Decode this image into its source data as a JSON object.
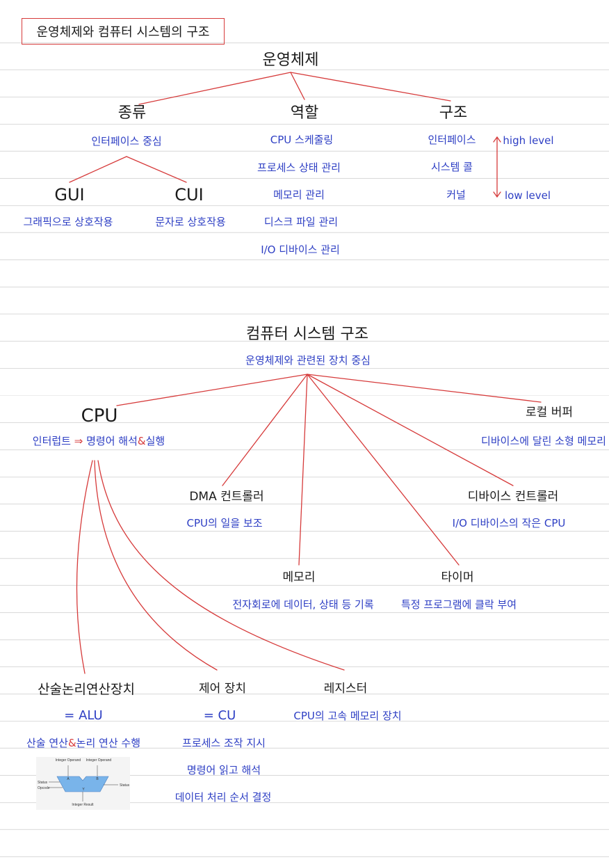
{
  "title": "운영체제와 컴퓨터 시스템의 구조",
  "os": {
    "heading": "운영체제",
    "types": {
      "heading": "종류",
      "sub": "인터페이스 중심",
      "gui": {
        "name": "GUI",
        "desc": "그래픽으로 상호작용"
      },
      "cui": {
        "name": "CUI",
        "desc": "문자로 상호작용"
      }
    },
    "role": {
      "heading": "역할",
      "items": [
        "CPU 스케줄링",
        "프로세스 상태 관리",
        "메모리 관리",
        "디스크 파일 관리",
        "I/O 디바이스 관리"
      ]
    },
    "structure": {
      "heading": "구조",
      "items": [
        "인터페이스",
        "시스템 콜",
        "커널"
      ],
      "high": "high level",
      "low": "low level"
    }
  },
  "cs": {
    "heading": "컴퓨터 시스템 구조",
    "sub": "운영체제와 관련된 장치 중심",
    "cpu": {
      "name": "CPU",
      "desc_a": "인터럽트",
      "arrow": "⇒",
      "desc_b": "명령어 해석",
      "amp": "&",
      "desc_c": "실행"
    },
    "local_buffer": {
      "name": "로컬 버퍼",
      "desc": "디바이스에 달린 소형 메모리"
    },
    "dma": {
      "name": "DMA 컨트롤러",
      "desc": "CPU의 일을 보조"
    },
    "device_ctrl": {
      "name": "디바이스 컨트롤러",
      "desc": "I/O 디바이스의 작은 CPU"
    },
    "memory": {
      "name": "메모리",
      "desc": "전자회로에 데이터, 상태 등 기록"
    },
    "timer": {
      "name": "타이머",
      "desc": "특정 프로그램에 클락 부여"
    },
    "alu": {
      "name": "산술논리연산장치",
      "eq": "= ALU",
      "desc_a": "산술 연산",
      "amp": "&",
      "desc_b": "논리 연산 수행",
      "diagram": {
        "in_a": "Integer Operand",
        "in_b": "Integer Operand",
        "port_a": "A",
        "port_b": "B",
        "status_in": "Status",
        "opcode": "Opcode",
        "status_out": "Status",
        "port_y": "Y",
        "result": "Integer Result"
      }
    },
    "cu": {
      "name": "제어 장치",
      "eq": "= CU",
      "items": [
        "프로세스 조작 지시",
        "명령어 읽고 해석",
        "데이터 처리 순서 결정"
      ]
    },
    "register": {
      "name": "레지스터",
      "desc": "CPU의 고속 메모리 장치"
    }
  },
  "colors": {
    "ink": "#1a1a1a",
    "blue": "#2e3fc4",
    "red": "#d63a3a",
    "rule": "#d9d9d9"
  }
}
